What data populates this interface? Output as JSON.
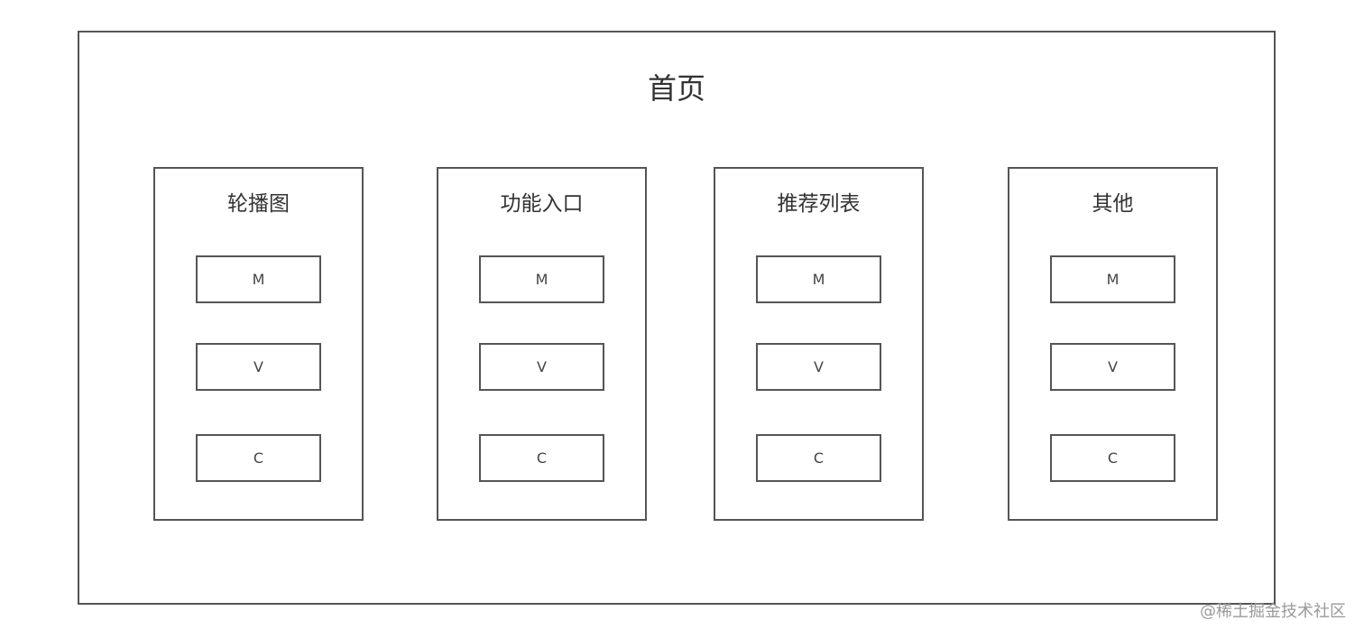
{
  "title": "首页",
  "modules": [
    {
      "name": "轮播图",
      "layers": [
        "M",
        "V",
        "C"
      ]
    },
    {
      "name": "功能入口",
      "layers": [
        "M",
        "V",
        "C"
      ]
    },
    {
      "name": "推荐列表",
      "layers": [
        "M",
        "V",
        "C"
      ]
    },
    {
      "name": "其他",
      "layers": [
        "M",
        "V",
        "C"
      ]
    }
  ],
  "watermark": "@稀土掘金技术社区",
  "colors": {
    "border": "#555555",
    "text": "#333333",
    "watermark": "#9a9a9a",
    "background": "#ffffff"
  }
}
